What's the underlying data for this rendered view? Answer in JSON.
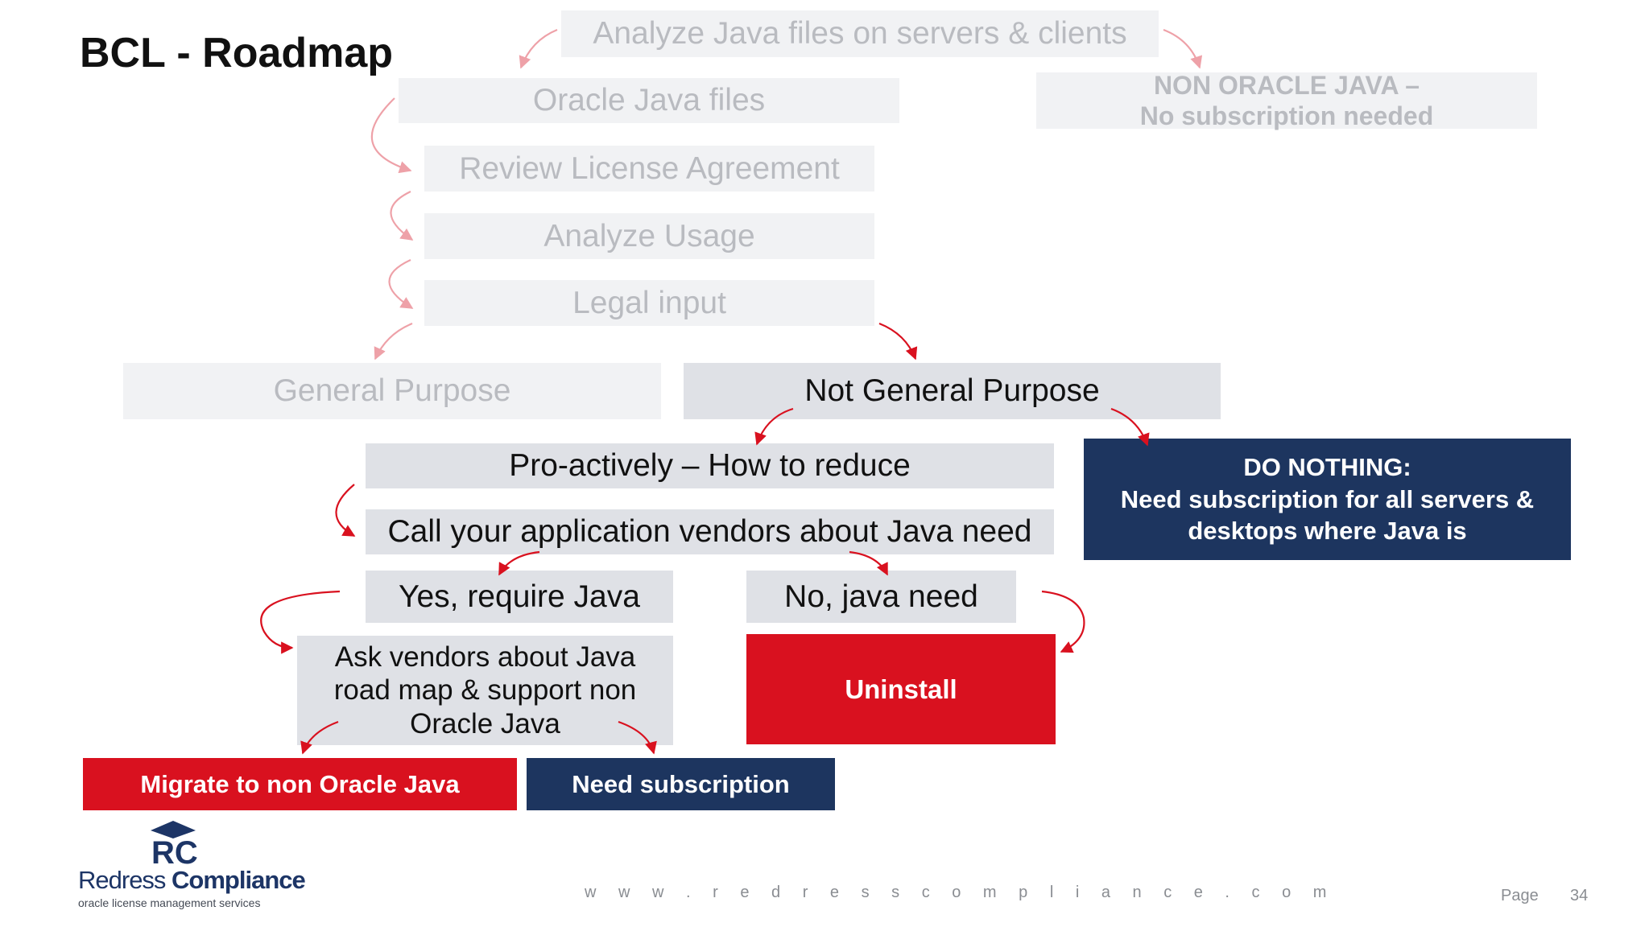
{
  "slide": {
    "title": "BCL - Roadmap",
    "footer_url": "w w w . r e d r e s s c o m p l i a n c e . c o m",
    "page_label": "Page",
    "page_number": "34"
  },
  "logo": {
    "name_light": "Redress ",
    "name_bold": "Compliance",
    "tagline": "oracle license management services"
  },
  "colors": {
    "navy": "#1d355f",
    "red": "#d9111f",
    "box_gray": "#dfe1e6",
    "box_faded": "#f1f2f4",
    "arrow_red": "#d9111f",
    "arrow_faded": "#eea1a8"
  },
  "nodes": {
    "analyze_java_files": "Analyze Java files on servers & clients",
    "oracle_java_files": "Oracle Java files",
    "non_oracle_line1": "NON ORACLE JAVA –",
    "non_oracle_line2": "No subscription needed",
    "review_license": "Review License Agreement",
    "analyze_usage": "Analyze Usage",
    "legal_input": "Legal input",
    "general_purpose": "General Purpose",
    "not_general_purpose": "Not General Purpose",
    "proactively": "Pro-actively – How to reduce",
    "do_nothing_line1": "DO NOTHING:",
    "do_nothing_line2": "Need subscription for all servers &",
    "do_nothing_line3": "desktops where Java is",
    "call_vendors": "Call your application vendors about Java need",
    "yes_require": "Yes, require Java",
    "no_java_need": "No,  java need",
    "ask_vendors_line1": "Ask vendors about Java",
    "ask_vendors_line2": "road map & support non",
    "ask_vendors_line3": "Oracle Java",
    "uninstall": "Uninstall",
    "migrate": "Migrate to non Oracle Java",
    "need_subscription": "Need subscription"
  }
}
